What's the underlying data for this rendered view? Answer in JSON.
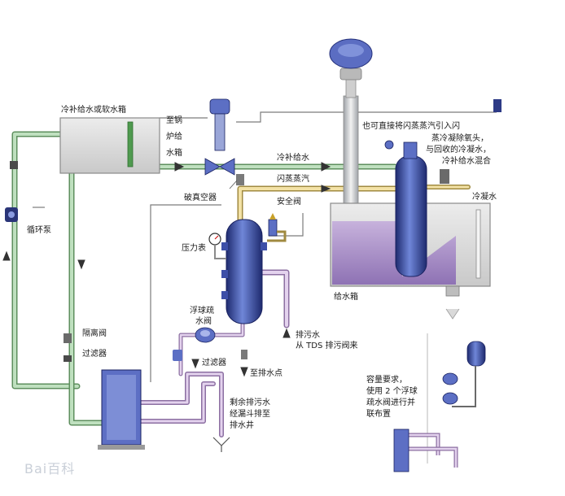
{
  "colors": {
    "pipe_green": "#9cc79c",
    "pipe_green_edge": "#5e8f5e",
    "pipe_steam": "#e8d28e",
    "pipe_steam_edge": "#a08a40",
    "pipe_drain": "#d9c4e6",
    "pipe_drain_edge": "#8c6fa2",
    "vessel_blue": "#3d4fa8",
    "water_purple": "#a98fc6",
    "tank_gray": "#dcdcdc",
    "line_gray": "#7c7c7c"
  },
  "icons": [
    "float-trap-icon",
    "pressure-gauge-icon",
    "safety-valve-icon",
    "control-valve-icon",
    "pump-icon",
    "drain-funnel-icon",
    "vent-cap-icon"
  ],
  "labels": {
    "cold_tank": "冷补给水或软水箱",
    "to_boiler_1": "至锅",
    "to_boiler_2": "炉给",
    "to_boiler_3": "水箱",
    "circ_pump": "循环泵",
    "cold_feed": "冷补给水",
    "flash_steam": "闪蒸蒸汽",
    "vacuum_breaker": "破真空器",
    "safety_valve": "安全阀",
    "pressure_gauge": "压力表",
    "note_line1": "也可直接将闪蒸蒸汽引入闪",
    "note_line2": "蒸冷凝除氧头，",
    "note_line3": "与回收的冷凝水，",
    "note_line4": "冷补给水混合",
    "condensate": "冷凝水",
    "feed_tank": "给水箱",
    "float_trap_1": "浮球疏",
    "float_trap_2": "水阀",
    "isolation_valve": "隔离阀",
    "filter_left": "过滤器",
    "filter_mid": "过滤器",
    "drain_in_1": "排污水",
    "drain_in_2": "从 TDS 排污阀来",
    "to_drain_point": "至排水点",
    "residual_1": "剩余排污水",
    "residual_2": "经漏斗排至",
    "residual_3": "排水井",
    "capacity_1": "容量要求，",
    "capacity_2": "使用 2 个浮球",
    "capacity_3": "疏水阀进行并",
    "capacity_4": "联布置"
  },
  "watermark": "Bai百科"
}
